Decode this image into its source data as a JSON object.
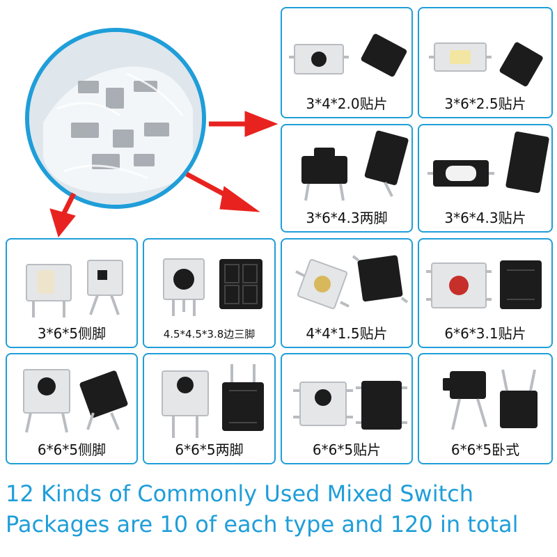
{
  "colors": {
    "accent": "#1f9ed9",
    "arrow": "#e8231f",
    "switch_body": "#1c1c1c",
    "metal": "#b9bcc0"
  },
  "switches": [
    {
      "label": "3*4*2.0贴片",
      "style": "smd-round"
    },
    {
      "label": "3*6*2.5贴片",
      "style": "smd-yellow"
    },
    {
      "label": "3*6*4.3两脚",
      "style": "two-pin"
    },
    {
      "label": "3*6*4.3贴片",
      "style": "smd-black"
    },
    {
      "label": "3*6*5侧脚",
      "style": "side-pin"
    },
    {
      "label": "4.5*4.5*3.8边三脚",
      "style": "three-pin"
    },
    {
      "label": "4*4*1.5贴片",
      "style": "smd-gold"
    },
    {
      "label": "6*6*3.1贴片",
      "style": "smd-red"
    },
    {
      "label": "6*6*5侧脚",
      "style": "side-pin-6"
    },
    {
      "label": "6*6*5两脚",
      "style": "two-pin-6"
    },
    {
      "label": "6*6*5贴片",
      "style": "smd-6"
    },
    {
      "label": "6*6*5卧式",
      "style": "horizontal"
    }
  ],
  "caption": {
    "line1": "12 Kinds of Commonly Used Mixed Switch",
    "line2": "Packages are 10 of each type and 120 in total"
  }
}
